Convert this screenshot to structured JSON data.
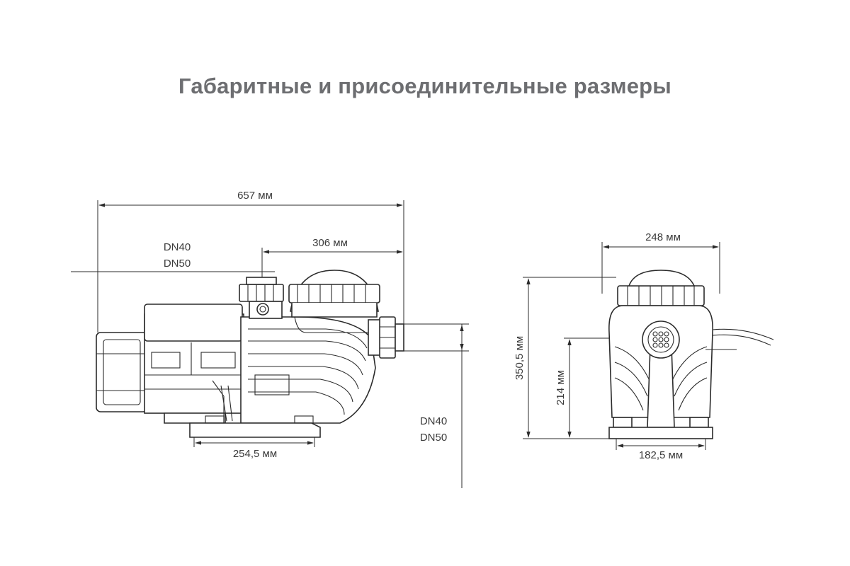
{
  "title": "Габаритные и присоединительные размеры",
  "side_view": {
    "overall_length": "657 мм",
    "inlet_offset": "306 мм",
    "top_port": [
      "DN40",
      "DN50"
    ],
    "side_port": [
      "DN40",
      "DN50"
    ],
    "base_length": "254,5 мм"
  },
  "front_view": {
    "width": "248 мм",
    "height": "350,5 мм",
    "axis_height": "214 мм",
    "base_width": "182,5 мм"
  }
}
